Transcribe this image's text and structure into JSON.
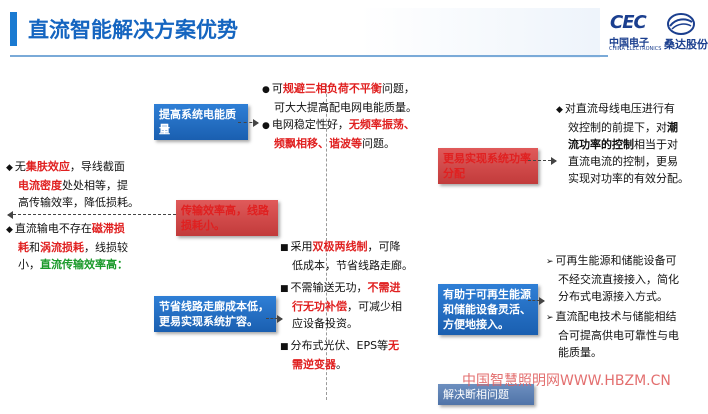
{
  "title": "直流智能解决方案优势",
  "logo": {
    "cec": "CEC",
    "cn": "中国电子",
    "en": "CHINA ELECTRONICS",
    "brand": "桑达股份"
  },
  "tags": {
    "improve_quality": "提高系统电能质量",
    "transmission": "传输效率高，线路损耗小。",
    "saving": "节省线路走廊成本低，更易实现系统扩容。",
    "power_flow": "更易实现系统功率分配",
    "renewable": "有助于可再生能源和储能设备灵活、方便地接入。",
    "solve": "解决断相问题"
  },
  "top_center": {
    "l1_pre": "可",
    "l1_red": "规避三相负荷不平衡",
    "l1_post": "问题，",
    "l2": "可大大提高配电网电能质量。",
    "l3_pre": "电网稳定性好，",
    "l3_red": "无频率振荡、",
    "l4_red": "频飘相移、谐波等",
    "l4_post": "问题。"
  },
  "left_top": {
    "l1_pre": "无",
    "l1_red": "集肤效应",
    "l1_post": "，导线截面",
    "l2_red": "电流密度",
    "l2_post": "处处相等，提",
    "l3": "高传输效率，降低损耗。"
  },
  "left_mid": {
    "l1_pre": "直流输电不存在",
    "l1_red": "磁滞损",
    "l2_red": "耗",
    "l2_mid": "和",
    "l2_red2": "涡流损耗",
    "l2_post": "，线损较",
    "l3_pre": "小，",
    "l3_green": "直流传输效率高："
  },
  "bottom_center": {
    "l1_pre": "采用",
    "l1_red": "双极两线制",
    "l1_post": "，可降",
    "l2": "低成本，节省线路走廊。",
    "l3_pre": "不需输送无功，",
    "l3_red": "不需进",
    "l4_red": "行无功补偿",
    "l4_post": "，可减少相",
    "l5": "应设备投资。",
    "l6_pre": "分布式光伏、EPS等",
    "l6_red": "无",
    "l7_red": "需逆变器",
    "l7_post": "。"
  },
  "right_top": {
    "l1": "对直流母线电压进行有",
    "l2": "效控制的前提下，对",
    "l2_bold": "潮",
    "l3_bold": "流功率的控制",
    "l3_post": "相当于对",
    "l4": "直流电流的控制，更易",
    "l5": "实现对功率的有效分配。"
  },
  "right_bottom": {
    "l1": "可再生能源和储能设备可",
    "l2": "不经交流直接接入，简化",
    "l3": "分布式电源接入方式。",
    "l4": "直流配电技术与储能相结",
    "l5": "合可提高供电可靠性与电",
    "l6": "能质量。"
  },
  "watermark": "中国智慧照明网WWW.HBZM.CN"
}
